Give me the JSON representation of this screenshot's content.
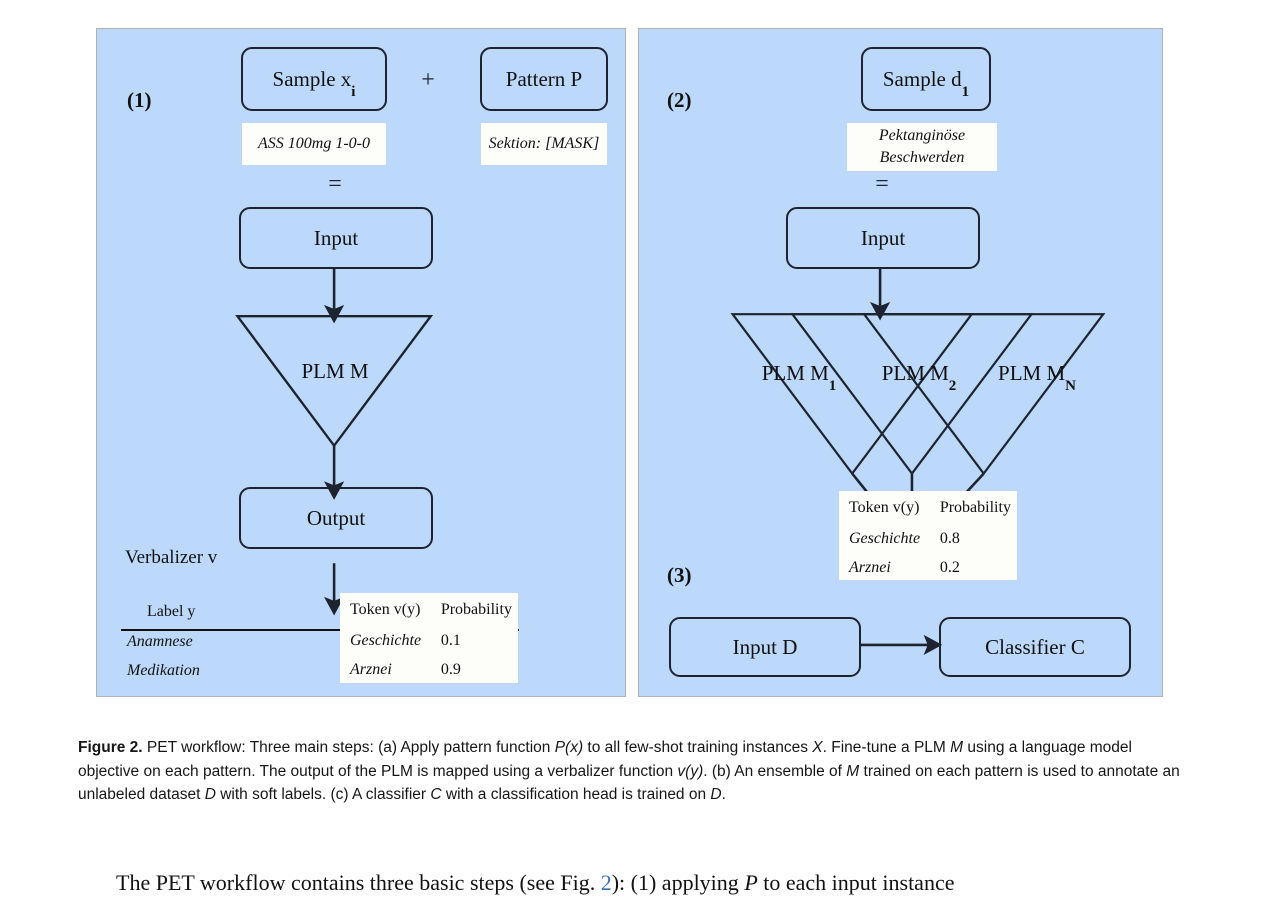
{
  "figure": {
    "background_color": "#bcd9fb",
    "line_color": "#1d2430",
    "chip_color": "#fdfdfa"
  },
  "panel_left": {
    "step_number": "(1)",
    "sample_box": "Sample x",
    "sample_box_sub": "i",
    "sample_example": "ASS 100mg 1-0-0",
    "plus_glyph": "+",
    "pattern_box": "Pattern P",
    "pattern_example": "Sektion: [MASK]",
    "equals_glyph": "=",
    "input_box": "Input",
    "plm_label": "PLM M",
    "output_box": "Output",
    "verbalizer_label": "Verbalizer v",
    "label_table": {
      "header": "Label y",
      "rows": [
        "Anamnese",
        "Medikation"
      ]
    },
    "token_table": {
      "headers": [
        "Token v(y)",
        "Probability"
      ],
      "rows": [
        {
          "token": "Geschichte",
          "probability": "0.1"
        },
        {
          "token": "Arznei",
          "probability": "0.9"
        }
      ]
    }
  },
  "panel_right": {
    "step_number_2": "(2)",
    "step_number_3": "(3)",
    "sample_box": "Sample d",
    "sample_box_sub": "1",
    "sample_example": "Pektanginöse\nBeschwerden",
    "equals_glyph": "=",
    "input_box": "Input",
    "plm_labels": [
      {
        "text": "PLM M",
        "sub": "1"
      },
      {
        "text": "PLM M",
        "sub": "2"
      },
      {
        "text": "PLM M",
        "sub": "N"
      }
    ],
    "token_table": {
      "headers": [
        "Token v(y)",
        "Probability"
      ],
      "rows": [
        {
          "token": "Geschichte",
          "probability": "0.8"
        },
        {
          "token": "Arznei",
          "probability": "0.2"
        }
      ]
    },
    "input_d_box": "Input D",
    "classifier_box": "Classifier C"
  },
  "caption": {
    "label": "Figure 2.",
    "text_1": " PET workflow: Three main steps: (a) Apply pattern function ",
    "i1": "P(x)",
    "text_2": " to all few-shot training instances ",
    "i2": "X",
    "text_3": ". Fine-tune a PLM ",
    "i3": "M",
    "text_4": " using a language model objective on each pattern. The output of the PLM is mapped using a verbalizer function ",
    "i4": "v(y)",
    "text_5": ". (b) An ensemble of ",
    "i5": "M",
    "text_6": " trained on each pattern is used to annotate an unlabeled dataset ",
    "i6": "D",
    "text_7": " with soft labels. (c) A classifier ",
    "i7": "C",
    "text_8": " with a classification head is trained on ",
    "i8": "D",
    "text_9": "."
  },
  "body": {
    "text_1": "The PET workflow contains three basic steps (see Fig. ",
    "figref": "2",
    "text_2": "): (1) applying ",
    "i1": "P",
    "text_3": " to each input instance"
  }
}
